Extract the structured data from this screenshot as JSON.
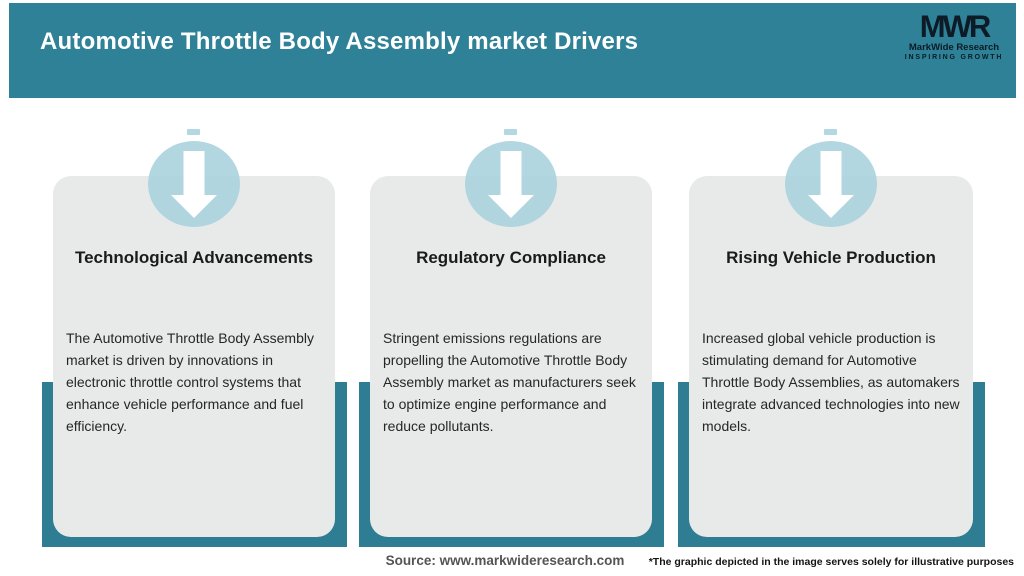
{
  "header": {
    "title": "Automotive Throttle Body Assembly market Drivers"
  },
  "logo": {
    "mark": "MWR",
    "name": "MarkWide Research",
    "tagline": "INSPIRING GROWTH"
  },
  "cards": [
    {
      "title": "Technological Advancements",
      "body": "The Automotive Throttle Body Assembly market is driven by innovations in electronic throttle control systems that enhance vehicle performance and fuel efficiency."
    },
    {
      "title": "Regulatory Compliance",
      "body": "Stringent emissions regulations are propelling the Automotive Throttle Body Assembly market as manufacturers seek to optimize engine performance and reduce pollutants."
    },
    {
      "title": "Rising Vehicle Production",
      "body": "Increased global vehicle production is stimulating demand for Automotive Throttle Body Assemblies, as automakers integrate advanced technologies into new models."
    }
  ],
  "footer": {
    "source": "Source: www.markwideresearch.com",
    "disclaimer": "*The graphic depicted in the image serves solely for illustrative purposes"
  },
  "colors": {
    "header_teal": "#2e8196",
    "backing_teal": "#2e7d93",
    "card_gray": "#e8eaea",
    "circle_blue": "#b4d8e2",
    "title_text": "#1b1b1b",
    "body_text": "#262626",
    "source_text": "#545454",
    "logo_dark": "#0c1b26"
  }
}
